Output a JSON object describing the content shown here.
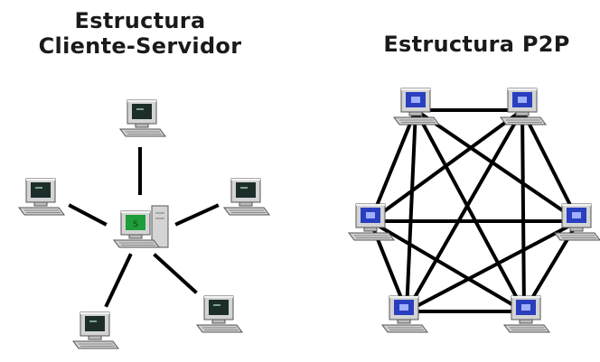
{
  "client_server": {
    "title_line1": "Estructura",
    "title_line2": "Cliente-Servidor",
    "server_screen_label": "S"
  },
  "p2p": {
    "title": "Estructura P2P"
  },
  "colors": {
    "line": "#000000",
    "pc_body": "#d4d4d4",
    "pc_shadow": "#8a8a8a",
    "client_screen": "#1d2e2a",
    "server_screen": "#1f9d3a",
    "peer_screen": "#2a3fbf"
  }
}
